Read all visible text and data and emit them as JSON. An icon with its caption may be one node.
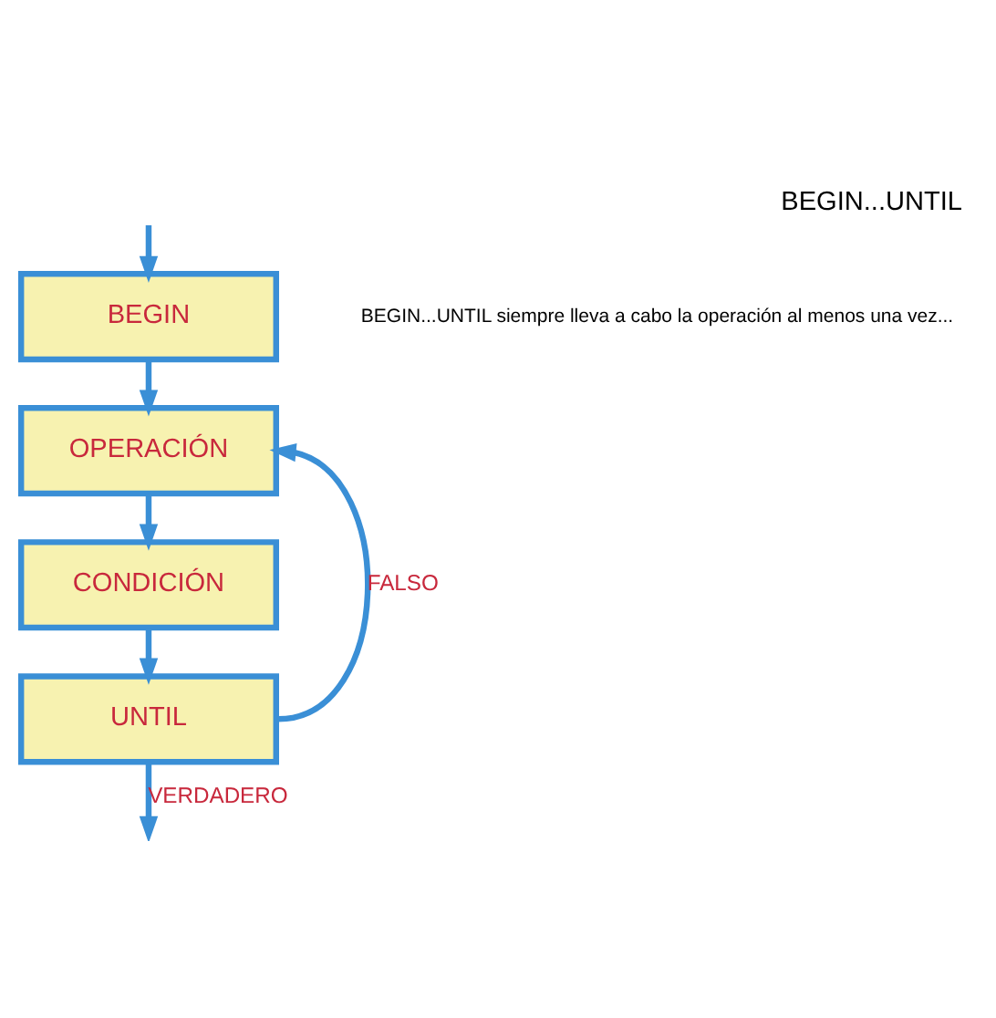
{
  "diagram": {
    "title": "BEGIN...UNTIL",
    "nodes": [
      {
        "text": [
          "BEGIN"
        ]
      },
      {
        "text": [
          "OPERACIÓN"
        ]
      },
      {
        "text": [
          "CONDICIÓN"
        ]
      },
      {
        "text": [
          "UNTIL"
        ]
      }
    ],
    "edges": [
      {
        "from": null,
        "to": 0,
        "arrow": "to"
      },
      {
        "from": 0,
        "to": 1,
        "arrow": "to"
      },
      {
        "from": 1,
        "to": 2,
        "arrow": "to"
      },
      {
        "from": 2,
        "to": 3,
        "arrow": "to"
      },
      {
        "from": 3,
        "to": 1,
        "arrow": "to",
        "label": "FALSO"
      },
      {
        "from": 3,
        "to": null,
        "arrow": "to",
        "label": "VERDADERO"
      }
    ],
    "labels": [
      "BEGIN...UNTIL siempre lleva a cabo la operación al menos una vez..."
    ]
  }
}
